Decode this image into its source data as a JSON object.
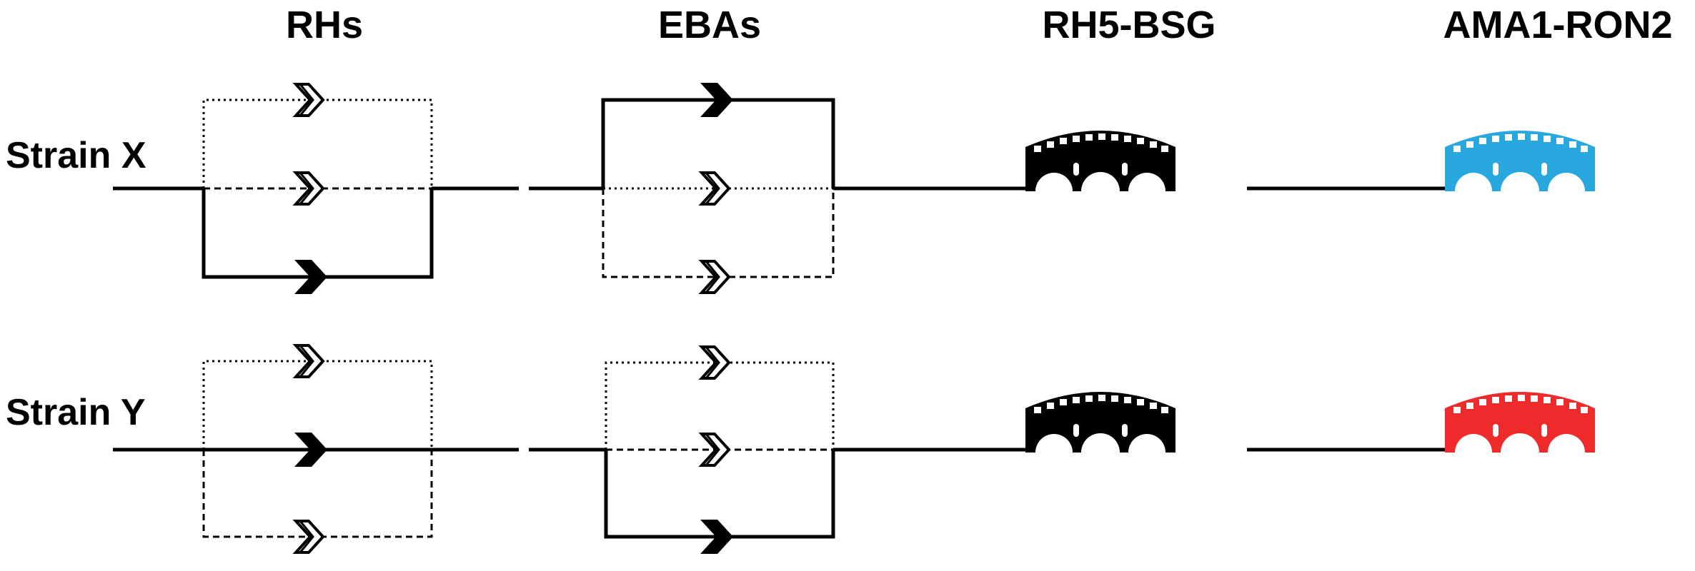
{
  "columns": {
    "rhs": "RHs",
    "ebas": "EBAs",
    "rh5_bsg": "RH5-BSG",
    "ama1_ron2": "AMA1-RON2"
  },
  "strains": {
    "x": {
      "label": "Strain X",
      "ama1_ron2_bridge_color": "#29a8e0"
    },
    "y": {
      "label": "Strain Y",
      "ama1_ron2_bridge_color": "#ee2a2a"
    }
  },
  "rh5_bsg_bridge_color": "#000000",
  "pathway_styles": {
    "used": "solid-black-arrow",
    "alternative": "dashed-outline-arrow",
    "minor": "dotted-outline-arrow"
  }
}
